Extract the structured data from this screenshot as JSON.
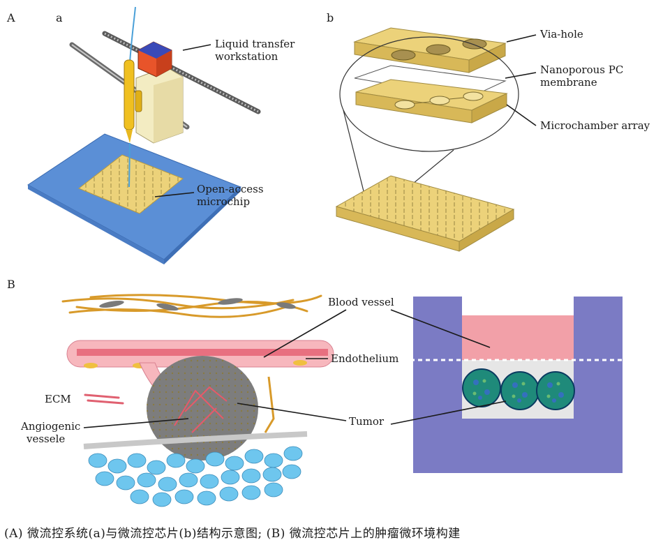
{
  "panels": {
    "A": "A",
    "a": "a",
    "b": "b",
    "B": "B"
  },
  "labels": {
    "liquid_transfer": [
      "Liquid transfer",
      "workstation"
    ],
    "open_access": [
      "Open-access",
      "microchip"
    ],
    "via_hole": "Via-hole",
    "nanoporous": [
      "Nanoporous PC",
      "membrane"
    ],
    "microchamber": "Microchamber array",
    "blood_vessel": "Blood vessel",
    "endothelium": "Endothelium",
    "ecm": "ECM",
    "angiogenic": [
      "Angiogenic",
      "vessele"
    ],
    "tumor": "Tumor"
  },
  "caption": "(A) 微流控系统(a)与微流控芯片(b)结构示意图; (B) 微流控芯片上的肿瘤微环境构建",
  "colors": {
    "chip_blue": "#5b8fd6",
    "chip_yellow": "#ecd27a",
    "device_purple": "#7b7bc4",
    "blood_pink": "#f2a0a8",
    "vessel_red": "#e87080",
    "tumor_teal": "#1f8a7a",
    "cell_blue": "#6ec6ee"
  }
}
